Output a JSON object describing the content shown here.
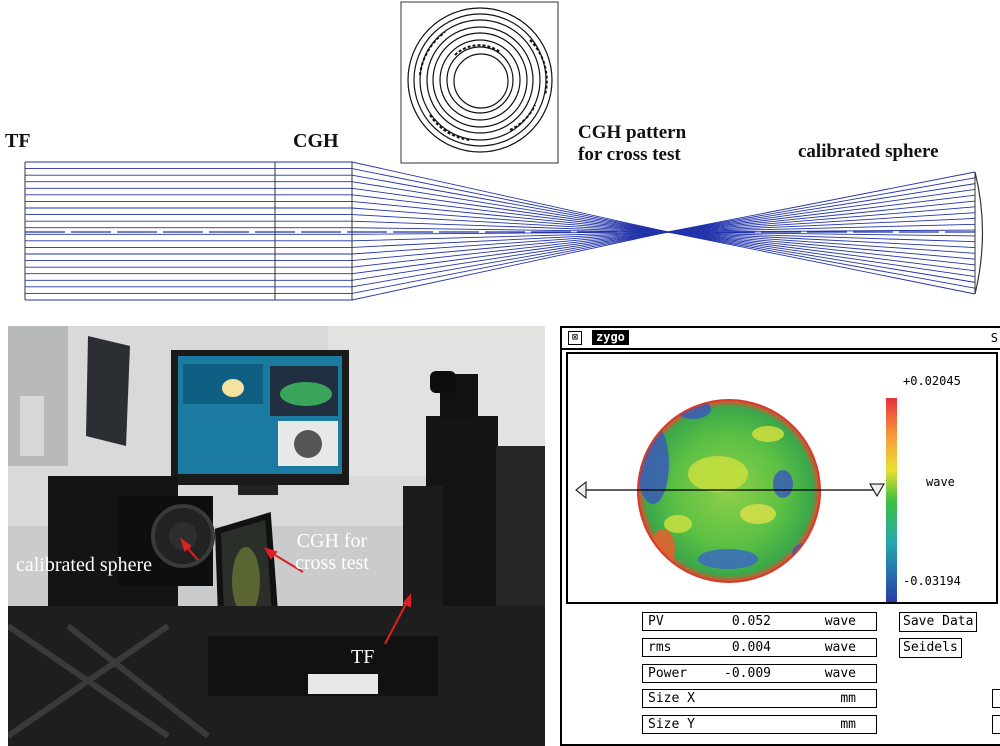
{
  "top_diagram": {
    "label_tf": "TF",
    "label_cgh": "CGH",
    "label_pattern": [
      "CGH pattern",
      "for cross test"
    ],
    "label_sphere": "calibrated sphere",
    "ray_color": "#2233aa"
  },
  "photo": {
    "label_sphere": "calibrated sphere",
    "label_cgh": [
      "CGH for",
      "cross test"
    ],
    "label_tf": "TF",
    "arrow_color": "#e02020"
  },
  "zygo": {
    "brand": "zygo",
    "title_right": "S",
    "close_glyph": "⊠",
    "scale_max": "+0.02045",
    "scale_min": "-0.03194",
    "scale_unit": "wave",
    "results": [
      {
        "name": "PV",
        "value": "0.052",
        "unit": "wave"
      },
      {
        "name": "rms",
        "value": "0.004",
        "unit": "wave"
      },
      {
        "name": "Power",
        "value": "-0.009",
        "unit": "wave"
      },
      {
        "name": "Size X",
        "value": "",
        "unit": "mm"
      },
      {
        "name": "Size Y",
        "value": "",
        "unit": "mm"
      }
    ],
    "buttons": {
      "save": "Save Data",
      "seidels": "Seidels"
    }
  }
}
